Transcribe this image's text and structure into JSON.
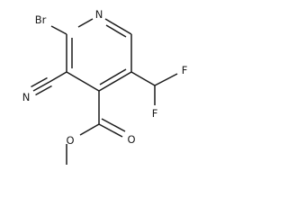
{
  "molecule": {
    "atoms": {
      "br": "Br",
      "n_ring": "N",
      "n_nitrile": "N",
      "f_upper": "F",
      "f_lower": "F",
      "o_carbonyl": "O",
      "o_ester": "O"
    },
    "colors": {
      "bond": "#1a1a1a",
      "label": "#1a1a1a"
    }
  }
}
